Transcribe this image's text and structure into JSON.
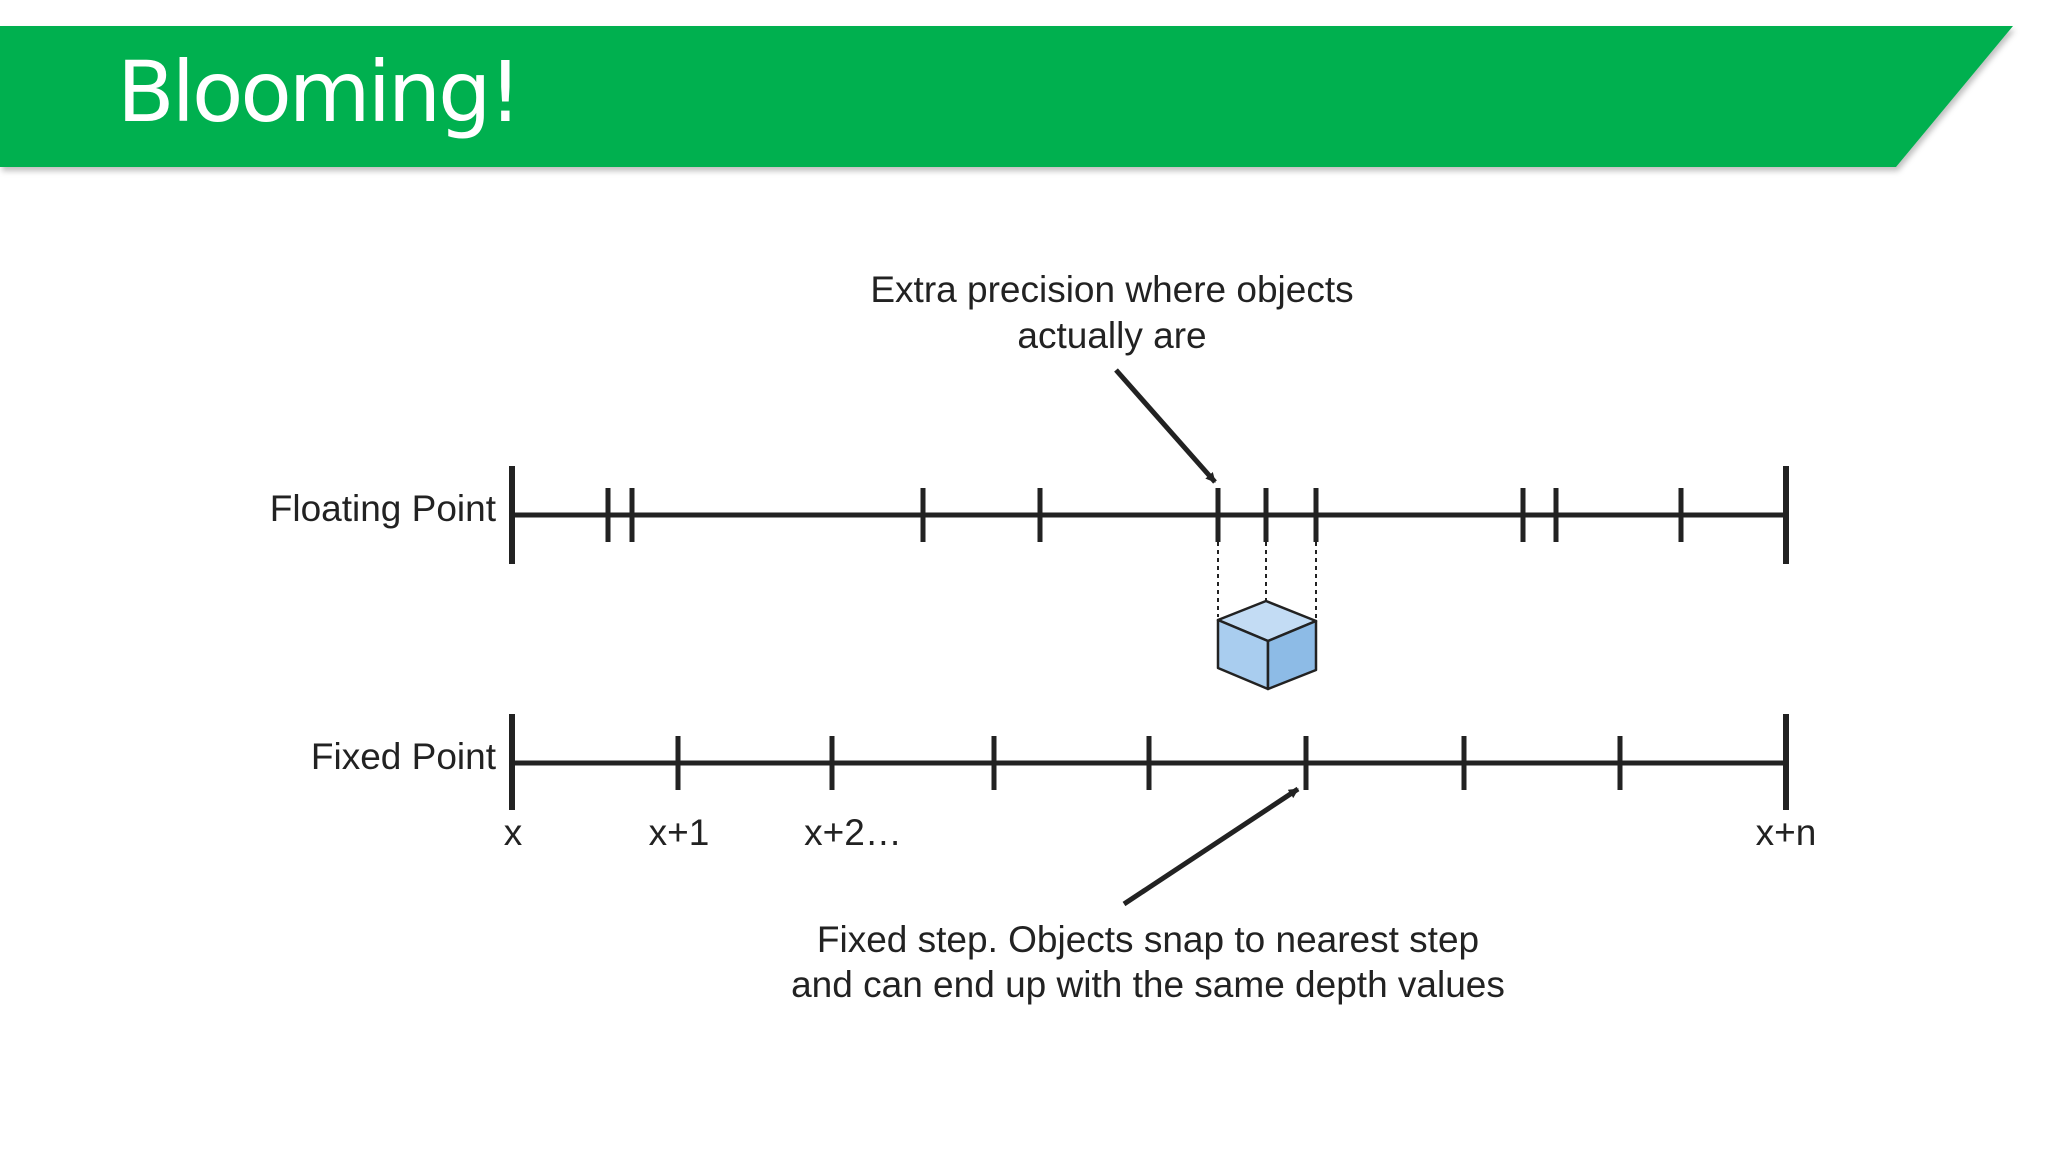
{
  "slide": {
    "title": "Blooming!",
    "accent_color": "#00b050"
  },
  "diagram": {
    "floating_point_label": "Floating Point",
    "fixed_point_label": "Fixed Point",
    "top_annotation": [
      "Extra precision where objects",
      "actually are"
    ],
    "bottom_annotation": [
      "Fixed step. Objects snap to nearest step",
      "and can end up with the same depth values"
    ],
    "axis_labels": {
      "start": "x",
      "first": "x+1",
      "second": "x+2…",
      "end": "x+n"
    },
    "object_icon": "cube-icon",
    "object_colors": {
      "front": "#a9cdef",
      "side": "#8dbbe6",
      "top": "#c3dcf4"
    }
  }
}
